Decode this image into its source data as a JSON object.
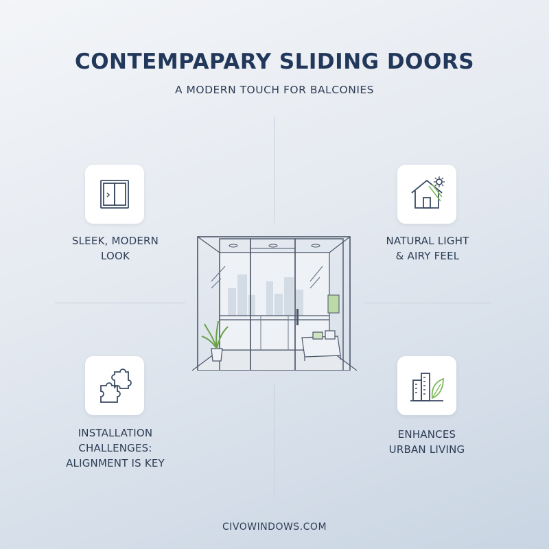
{
  "header": {
    "title": "CONTEMPAPARY SLIDING DOORS",
    "subtitle": "A MODERN TOUCH FOR BALCONIES"
  },
  "features": [
    {
      "label": "SLEEK, MODERN\nLOOK",
      "icon": "sliding-window-icon"
    },
    {
      "label": "NATURAL LIGHT\n& AIRY FEEL",
      "icon": "house-sun-icon"
    },
    {
      "label": "INSTALLATION\nCHALLENGES:\nALIGNMENT IS KEY",
      "icon": "puzzle-icon"
    },
    {
      "label": "ENHANCES\nURBAN LIVING",
      "icon": "city-leaf-icon"
    }
  ],
  "footer": {
    "text": "CIVOWINDOWS.COM"
  },
  "colors": {
    "title": "#22385a",
    "line": "#4a5568",
    "accent_green": "#7dbb5a"
  }
}
